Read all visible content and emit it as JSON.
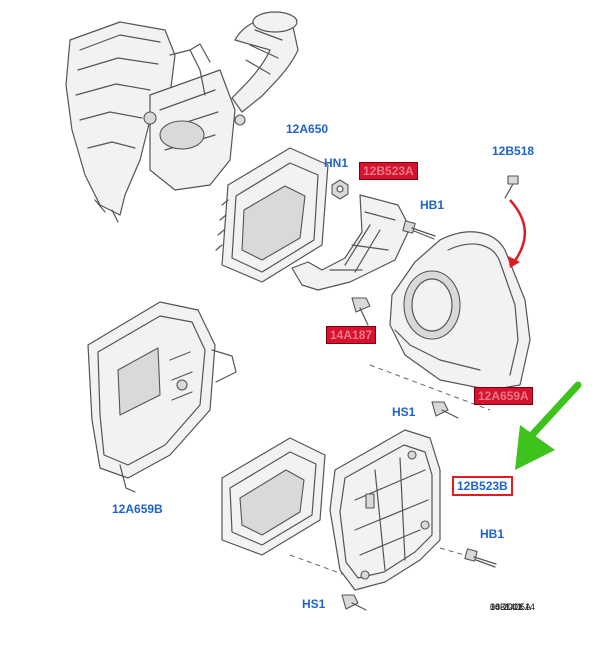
{
  "labels": {
    "l_12a650": "12A650",
    "l_hn1": "HN1",
    "l_12b523a_top": "12B523A",
    "l_12b518": "12B518",
    "l_hb1_top": "HB1",
    "l_14a187": "14A187",
    "l_12a659a": "12A659A",
    "l_hs1_mid": "HS1",
    "l_12b523b": "12B523B",
    "l_12a659b": "12A659B",
    "l_hb1_bottom": "HB1",
    "l_hs1_bottom": "HS1"
  },
  "doc_ref": {
    "line1": "3031405A",
    "line2": "04-2011 14",
    "line3": "16DD0X"
  },
  "colors": {
    "label_blue": "#1f62c9",
    "highlight_red": "#d6122e",
    "arrow_red": "#e01b22",
    "arrow_green": "#3ec21c"
  }
}
